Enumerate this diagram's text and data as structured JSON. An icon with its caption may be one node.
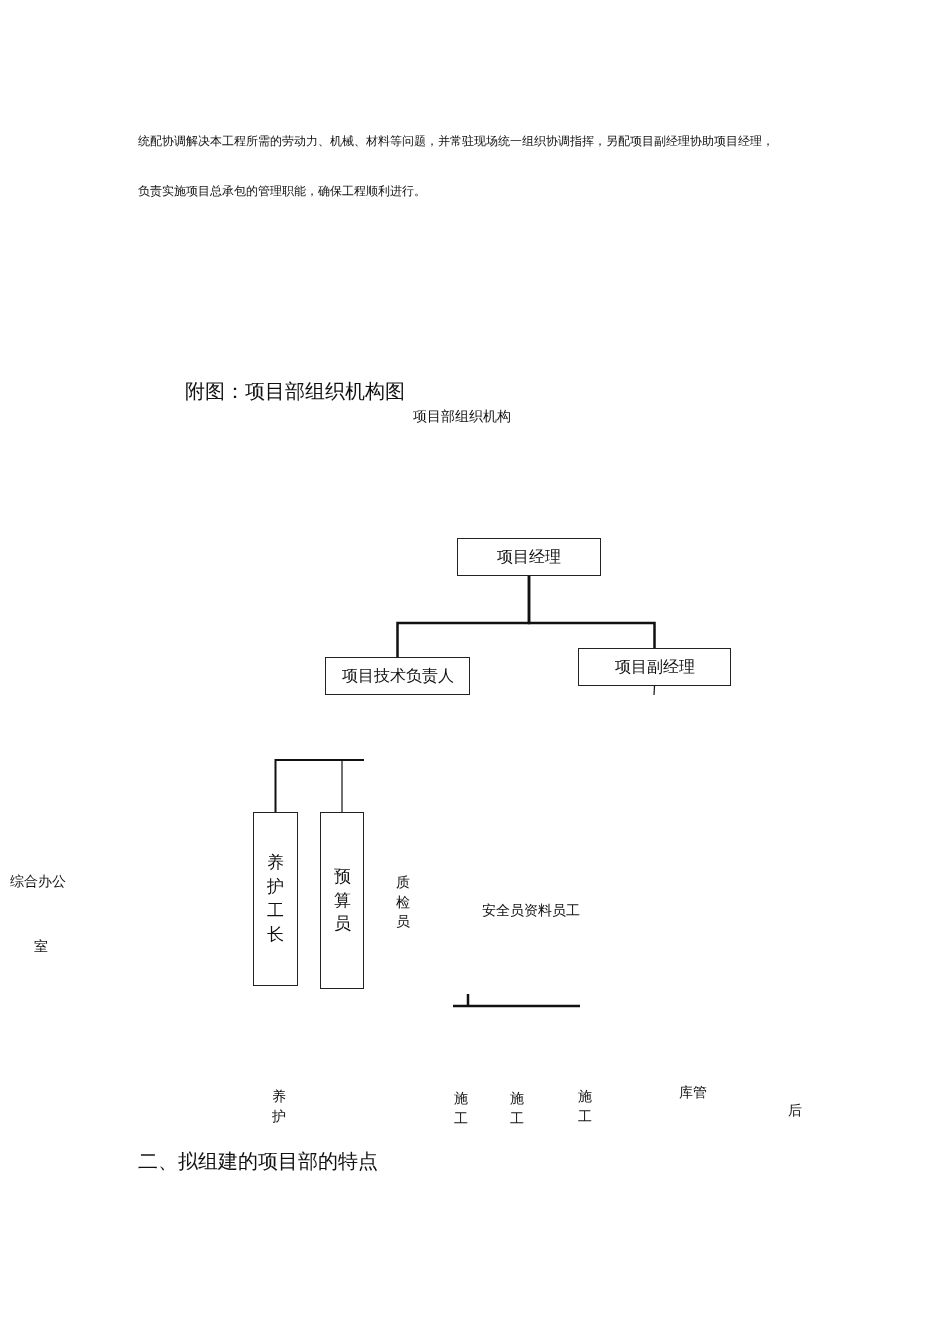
{
  "diagram": {
    "title": "附图：项目部组织机构图",
    "nodes": [
      {
        "text": [
          "项目经理"
        ]
      },
      {
        "text": [
          "项目技术负责人"
        ]
      },
      {
        "text": [
          "项目副经理"
        ]
      },
      {
        "text": [
          "养护工长"
        ]
      },
      {
        "text": [
          "预算员"
        ]
      }
    ],
    "edges": [
      {
        "from": 0,
        "to": 1,
        "arrow": "none"
      },
      {
        "from": 0,
        "to": 2,
        "arrow": "none"
      },
      {
        "from": 2,
        "to": null,
        "arrow": "none"
      },
      {
        "from": null,
        "to": 3,
        "arrow": "none"
      },
      {
        "from": null,
        "to": 4,
        "arrow": "none"
      }
    ],
    "labels": [
      "统配协调解决本工程所需的劳动力、机械、材料等问题，并常驻现场统一组织协调指挥，另配项目副经理协助项目经理，",
      "负责实施项目总承包的管理职能，确保工程顺利进行。",
      "项目部组织机构",
      "综合办公",
      "室",
      "质检员",
      "安全员资料员工",
      "养护",
      "施工",
      "施工",
      "施工",
      "库管",
      "后",
      "二、拟组建的项目部的特点"
    ]
  }
}
